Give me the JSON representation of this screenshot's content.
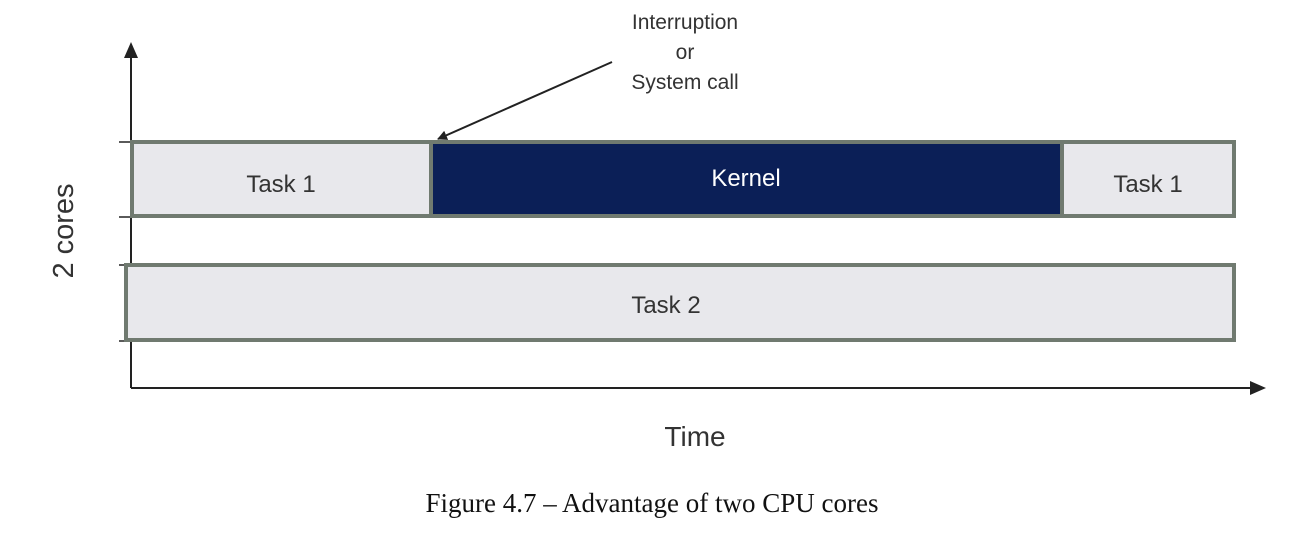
{
  "annotation": {
    "lines": [
      "Interruption",
      "or",
      "System call"
    ]
  },
  "core1": {
    "segments": [
      {
        "label": "Task 1",
        "kind": "task"
      },
      {
        "label": "Kernel",
        "kind": "kernel"
      },
      {
        "label": "Task 1",
        "kind": "task"
      }
    ]
  },
  "core2": {
    "segments": [
      {
        "label": "Task 2",
        "kind": "task"
      }
    ]
  },
  "axes": {
    "y_label": "2 cores",
    "x_label": "Time"
  },
  "caption": "Figure 4.7 – Advantage of two CPU cores",
  "colors": {
    "task_fill": "#e8e8ec",
    "task_border": "#707a70",
    "kernel_fill": "#0b1f57",
    "kernel_text": "#ffffff",
    "axis": "#222222",
    "text": "#333333"
  }
}
